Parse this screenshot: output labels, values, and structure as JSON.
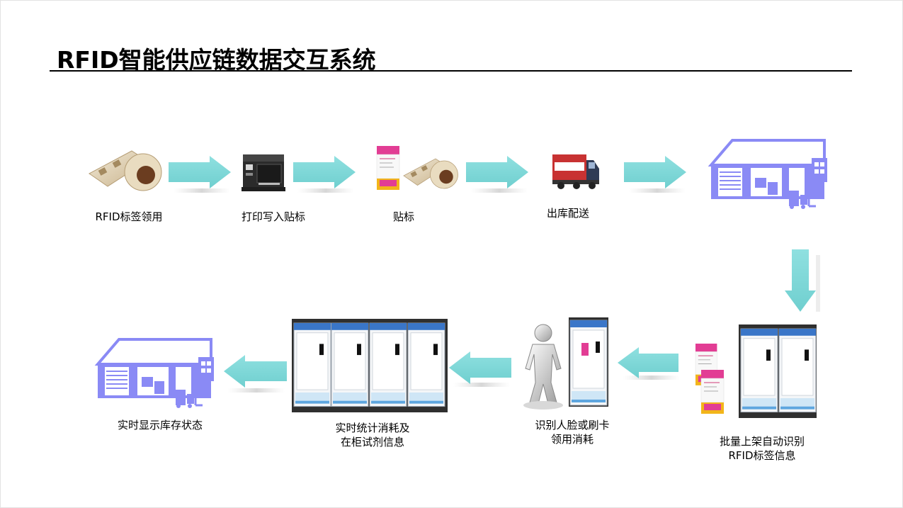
{
  "title": "RFID智能供应链数据交互系统",
  "steps": {
    "s1": {
      "label": "RFID标签领用",
      "icon": "rfid-tag-roll-icon"
    },
    "s2": {
      "label": "打印写入贴标",
      "icon": "label-printer-icon"
    },
    "s3": {
      "label": "贴标",
      "icon": "reagent-box-with-tag-icon"
    },
    "s4": {
      "label": "出库配送",
      "icon": "delivery-truck-icon"
    },
    "s5": {
      "label": "",
      "icon": "warehouse-icon"
    },
    "s6": {
      "label_lines": [
        "批量上架自动识别",
        "RFID标签信息"
      ],
      "icon": "cabinet-with-reagent-icon"
    },
    "s7": {
      "label_lines": [
        "识别人脸或刷卡",
        "领用消耗"
      ],
      "icon": "person-and-cabinet-icon"
    },
    "s8": {
      "label_lines": [
        "实时统计消耗及",
        "在柜试剂信息"
      ],
      "icon": "cabinet-bank-icon"
    },
    "s9": {
      "label": "实时显示库存状态",
      "icon": "warehouse-icon"
    }
  },
  "colors": {
    "arrow": "#7ed8d8",
    "warehouse": "#8a8af5",
    "cabinet_bg": "#2f2f2f"
  }
}
